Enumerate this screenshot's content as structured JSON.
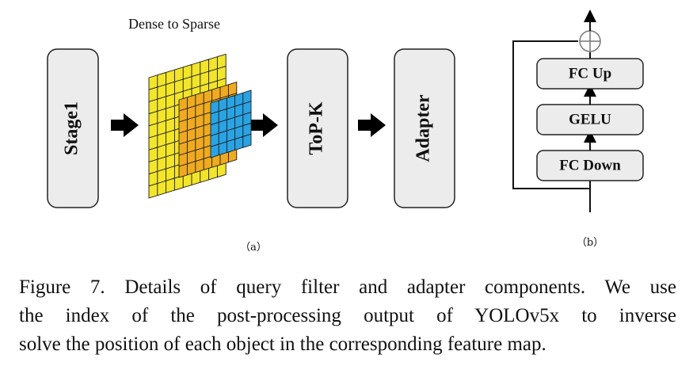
{
  "panel_a": {
    "title": "Dense to Sparse",
    "blocks": [
      "Stage1",
      "ToP-K",
      "Adapter"
    ],
    "label": "（a）",
    "colors": {
      "yellow": "#f2e52a",
      "orange": "#efaa1e",
      "blue": "#2ba3e3",
      "block_fill": "#ececec"
    }
  },
  "panel_b": {
    "blocks": [
      "FC Up",
      "GELU",
      "FC Down"
    ],
    "sum_symbol": "⊕",
    "label": "（b）"
  },
  "caption": {
    "lines": [
      "Figure 7. Details of query filter and adapter components. We use",
      "the index of the post-processing output of YOLOv5x to inverse",
      "solve the position of each object in the corresponding feature map."
    ]
  }
}
